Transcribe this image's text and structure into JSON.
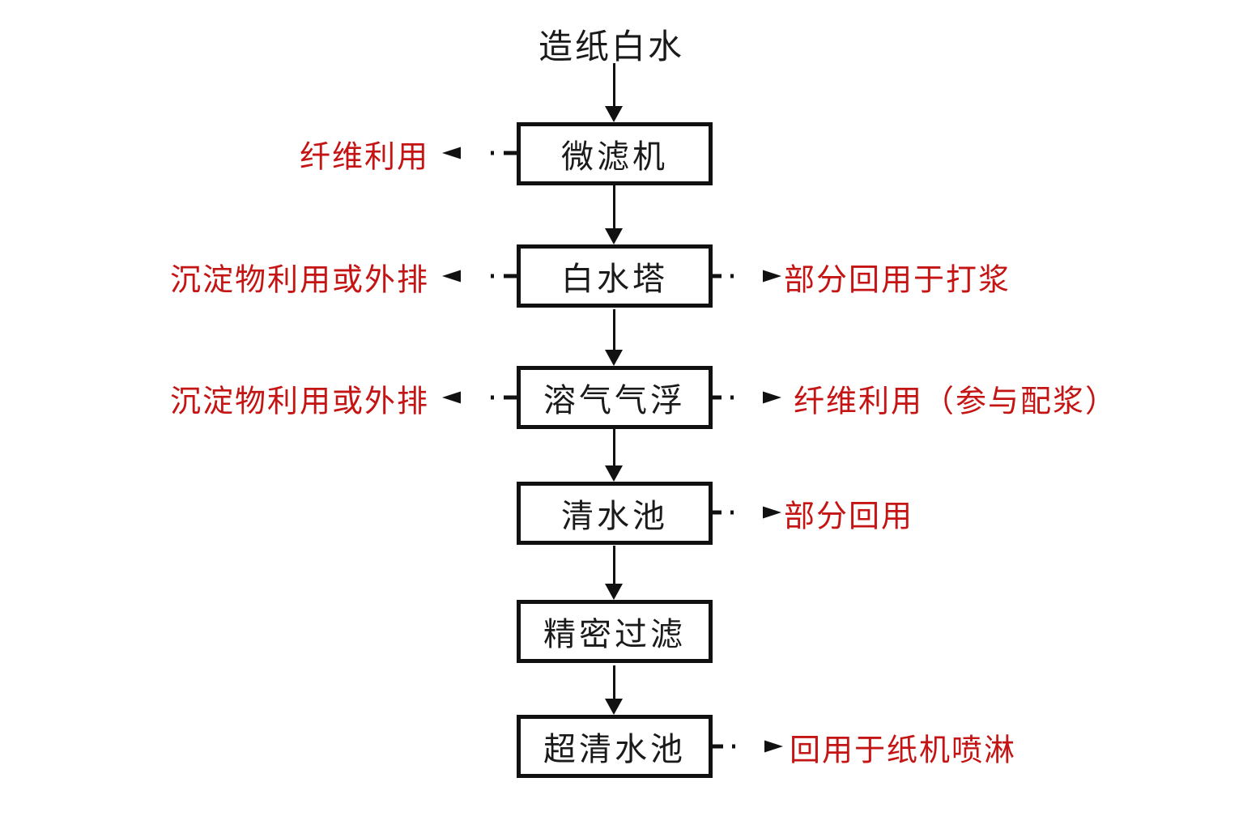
{
  "diagram": {
    "source_label": "造纸白水",
    "nodes": [
      {
        "label": "微滤机"
      },
      {
        "label": "白水塔"
      },
      {
        "label": "溶气气浮"
      },
      {
        "label": "清水池"
      },
      {
        "label": "精密过滤"
      },
      {
        "label": "超清水池"
      }
    ],
    "left_outputs": [
      {
        "from": "微滤机",
        "label": "纤维利用"
      },
      {
        "from": "白水塔",
        "label": "沉淀物利用或外排"
      },
      {
        "from": "溶气气浮",
        "label": "沉淀物利用或外排"
      }
    ],
    "right_outputs": [
      {
        "from": "白水塔",
        "label": "部分回用于打浆"
      },
      {
        "from": "溶气气浮",
        "label": "纤维利用（参与配浆）"
      },
      {
        "from": "清水池",
        "label": "部分回用"
      },
      {
        "from": "超清水池",
        "label": "回用于纸机喷淋"
      }
    ],
    "colors": {
      "annotation_red": "#c41414",
      "line_black": "#111111",
      "background": "#ffffff"
    },
    "arrow_styles": {
      "main_flow": "solid",
      "side_outputs": "dash-dot"
    }
  }
}
